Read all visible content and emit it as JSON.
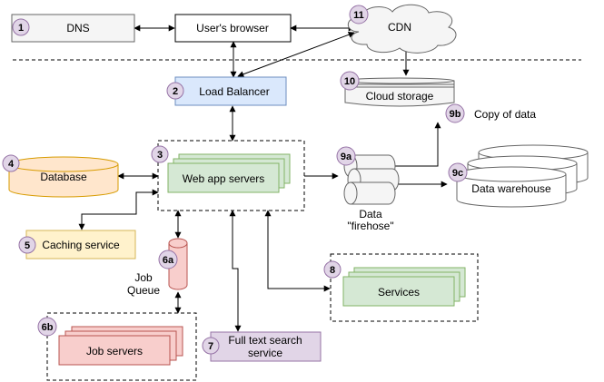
{
  "diagram": {
    "colors": {
      "badge_fill": "#e1d5e7",
      "badge_stroke": "#9673a6",
      "dns_fill": "#f5f5f5",
      "lb_fill": "#dae8fc",
      "lb_stroke": "#6c8ebf",
      "db_fill": "#ffe6cc",
      "db_stroke": "#d79b00",
      "cache_fill": "#fff2cc",
      "cache_stroke": "#d6b656",
      "web_fill": "#d5e8d4",
      "web_stroke": "#82b366",
      "job_fill": "#f8cecc",
      "job_stroke": "#b85450",
      "fts_fill": "#e1d5e7",
      "fts_stroke": "#9673a6"
    },
    "nodes": {
      "dns": {
        "badge": "1",
        "label": "DNS"
      },
      "browser": {
        "label": "User's browser"
      },
      "cdn": {
        "badge": "11",
        "label": "CDN"
      },
      "load_balancer": {
        "badge": "2",
        "label": "Load Balancer"
      },
      "cloud_storage": {
        "badge": "10",
        "label": "Cloud storage"
      },
      "copy_of_data": {
        "badge": "9b",
        "label": "Copy of data"
      },
      "database": {
        "badge": "4",
        "label": "Database"
      },
      "web_app_servers": {
        "badge": "3",
        "label": "Web app servers"
      },
      "data_firehose": {
        "badge": "9a",
        "label_line1": "Data",
        "label_line2": "\"firehose\""
      },
      "data_warehouse": {
        "badge": "9c",
        "label": "Data warehouse"
      },
      "caching_service": {
        "badge": "5",
        "label": "Caching service"
      },
      "job_queue": {
        "badge": "6a",
        "label_line1": "Job",
        "label_line2": "Queue"
      },
      "services": {
        "badge": "8",
        "label": "Services"
      },
      "job_servers": {
        "badge": "6b",
        "label": "Job servers"
      },
      "full_text_search": {
        "badge": "7",
        "label_line1": "Full text search",
        "label_line2": "service"
      }
    }
  }
}
